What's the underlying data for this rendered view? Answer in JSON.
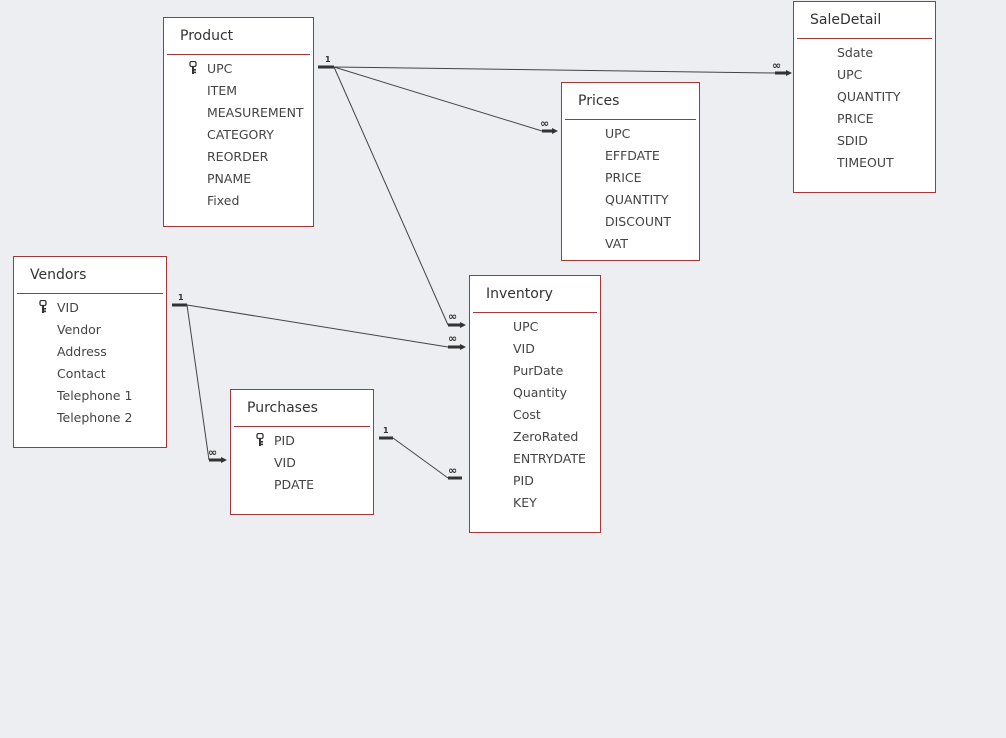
{
  "tables": {
    "product": {
      "title": "Product",
      "fields": [
        {
          "name": "UPC",
          "key": true
        },
        {
          "name": "ITEM"
        },
        {
          "name": "MEASUREMENT"
        },
        {
          "name": "CATEGORY"
        },
        {
          "name": "REORDER"
        },
        {
          "name": "PNAME"
        },
        {
          "name": "Fixed"
        }
      ]
    },
    "saledetail": {
      "title": "SaleDetail",
      "fields": [
        {
          "name": "Sdate"
        },
        {
          "name": "UPC"
        },
        {
          "name": "QUANTITY"
        },
        {
          "name": "PRICE"
        },
        {
          "name": "SDID"
        },
        {
          "name": "TIMEOUT"
        }
      ]
    },
    "prices": {
      "title": "Prices",
      "fields": [
        {
          "name": "UPC"
        },
        {
          "name": "EFFDATE"
        },
        {
          "name": "PRICE"
        },
        {
          "name": "QUANTITY"
        },
        {
          "name": "DISCOUNT"
        },
        {
          "name": "VAT"
        }
      ]
    },
    "vendors": {
      "title": "Vendors",
      "fields": [
        {
          "name": "VID",
          "key": true
        },
        {
          "name": "Vendor"
        },
        {
          "name": "Address"
        },
        {
          "name": "Contact"
        },
        {
          "name": "Telephone 1"
        },
        {
          "name": "Telephone 2"
        }
      ]
    },
    "inventory": {
      "title": "Inventory",
      "fields": [
        {
          "name": "UPC"
        },
        {
          "name": "VID"
        },
        {
          "name": "PurDate"
        },
        {
          "name": "Quantity"
        },
        {
          "name": "Cost"
        },
        {
          "name": "ZeroRated"
        },
        {
          "name": "ENTRYDATE"
        },
        {
          "name": "PID"
        },
        {
          "name": "KEY"
        }
      ]
    },
    "purchases": {
      "title": "Purchases",
      "fields": [
        {
          "name": "PID",
          "key": true
        },
        {
          "name": "VID"
        },
        {
          "name": "PDATE"
        }
      ]
    }
  },
  "relationships": [
    {
      "from": "product",
      "to": "saledetail",
      "from_card": "1",
      "to_card": "∞"
    },
    {
      "from": "product",
      "to": "prices",
      "from_card": "1",
      "to_card": "∞"
    },
    {
      "from": "product",
      "to": "inventory",
      "from_card": "1",
      "to_card": "∞"
    },
    {
      "from": "vendors",
      "to": "inventory",
      "from_card": "1",
      "to_card": "∞"
    },
    {
      "from": "vendors",
      "to": "purchases",
      "from_card": "1",
      "to_card": "∞"
    },
    {
      "from": "purchases",
      "to": "inventory",
      "from_card": "1",
      "to_card": "∞"
    }
  ],
  "colors": {
    "background": "#eceef2",
    "table_border": "#a4373a",
    "line": "#444444"
  }
}
